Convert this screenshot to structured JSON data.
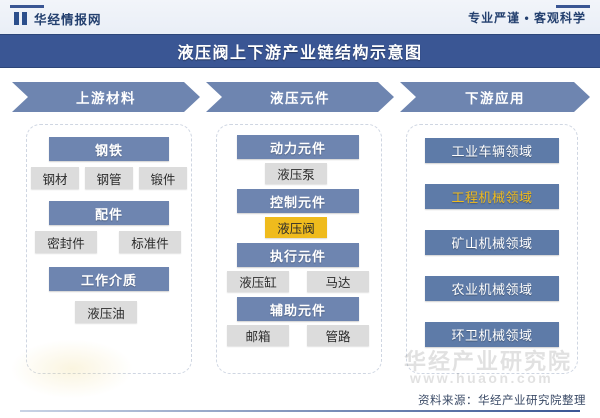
{
  "header": {
    "brand": "华经情报网",
    "brand_icon": "book-mark-icon",
    "slogan": "专业严谨 • 客观科学"
  },
  "title": {
    "text": "液压阀上下游产业链结构示意图"
  },
  "stages": [
    {
      "label": "上游材料"
    },
    {
      "label": "液压元件"
    },
    {
      "label": "下游应用"
    }
  ],
  "upstream": {
    "groups": [
      {
        "header": "钢铁",
        "items": [
          "钢材",
          "钢管",
          "锻件"
        ]
      },
      {
        "header": "配件",
        "items": [
          "密封件",
          "标准件"
        ]
      },
      {
        "header": "工作介质",
        "items": [
          "液压油"
        ]
      }
    ]
  },
  "midstream": {
    "groups": [
      {
        "header": "动力元件",
        "items": [
          {
            "label": "液压泵",
            "highlight": false
          }
        ]
      },
      {
        "header": "控制元件",
        "items": [
          {
            "label": "液压阀",
            "highlight": true
          }
        ]
      },
      {
        "header": "执行元件",
        "items": [
          {
            "label": "液压缸",
            "highlight": false
          },
          {
            "label": "马达",
            "highlight": false
          }
        ]
      },
      {
        "header": "辅助元件",
        "items": [
          {
            "label": "邮箱",
            "highlight": false
          },
          {
            "label": "管路",
            "highlight": false
          }
        ]
      }
    ]
  },
  "downstream": {
    "items": [
      {
        "label": "工业车辆领域",
        "highlight": false
      },
      {
        "label": "工程机械领域",
        "highlight": true
      },
      {
        "label": "矿山机械领域",
        "highlight": false
      },
      {
        "label": "农业机械领域",
        "highlight": false
      },
      {
        "label": "环卫机械领域",
        "highlight": false
      }
    ]
  },
  "watermark": {
    "brand": "华经产业研究院",
    "url": "www.huaon.com"
  },
  "footer": {
    "source": "资料来源：华经产业研究院整理"
  },
  "colors": {
    "title_band": "#3a5694",
    "stage_chevron": "#6e85b0",
    "group_header": "#6e85b0",
    "sub_item": "#dcdcdc",
    "highlight": "#efbb1d",
    "application_box": "#5e7ba8"
  }
}
